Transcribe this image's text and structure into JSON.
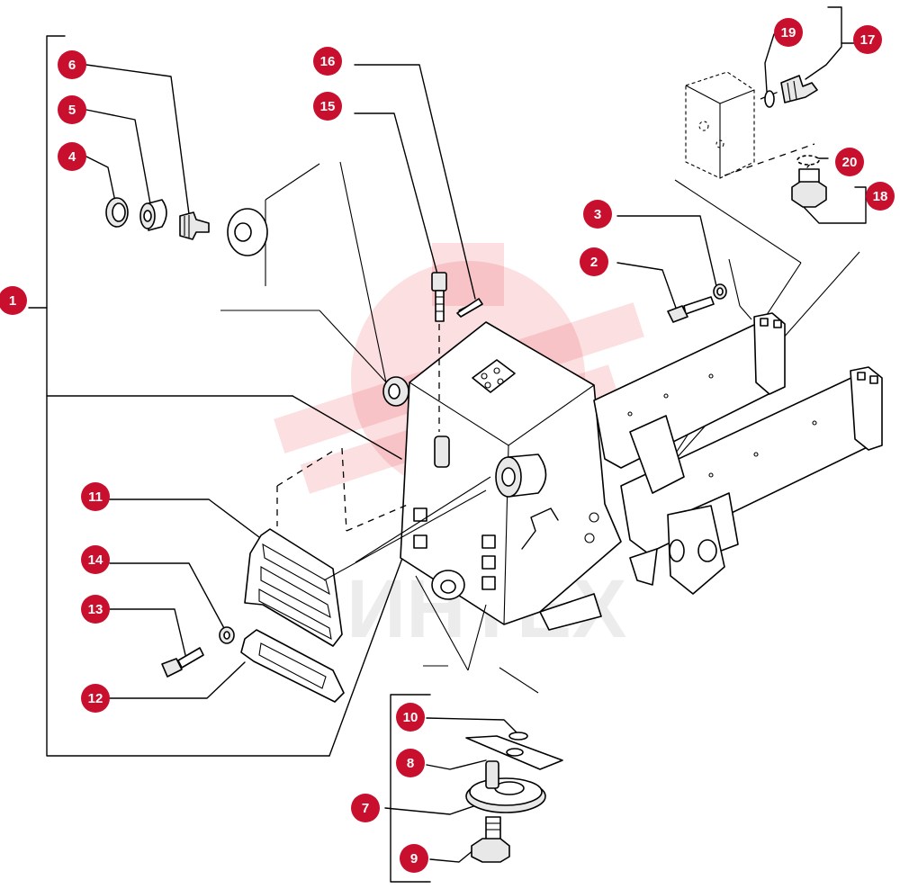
{
  "diagram": {
    "watermark_text": "ИНТЕХ",
    "callout_color": "#c8102e",
    "callouts": [
      {
        "id": "c1",
        "label": "1"
      },
      {
        "id": "c2",
        "label": "2"
      },
      {
        "id": "c3",
        "label": "3"
      },
      {
        "id": "c4",
        "label": "4"
      },
      {
        "id": "c5",
        "label": "5"
      },
      {
        "id": "c6",
        "label": "6"
      },
      {
        "id": "c7",
        "label": "7"
      },
      {
        "id": "c8",
        "label": "8"
      },
      {
        "id": "c9",
        "label": "9"
      },
      {
        "id": "c10",
        "label": "10"
      },
      {
        "id": "c11",
        "label": "11"
      },
      {
        "id": "c12",
        "label": "12"
      },
      {
        "id": "c13",
        "label": "13"
      },
      {
        "id": "c14",
        "label": "14"
      },
      {
        "id": "c15",
        "label": "15"
      },
      {
        "id": "c16",
        "label": "16"
      },
      {
        "id": "c17",
        "label": "17"
      },
      {
        "id": "c18",
        "label": "18"
      },
      {
        "id": "c19",
        "label": "19"
      },
      {
        "id": "c20",
        "label": "20"
      }
    ]
  }
}
